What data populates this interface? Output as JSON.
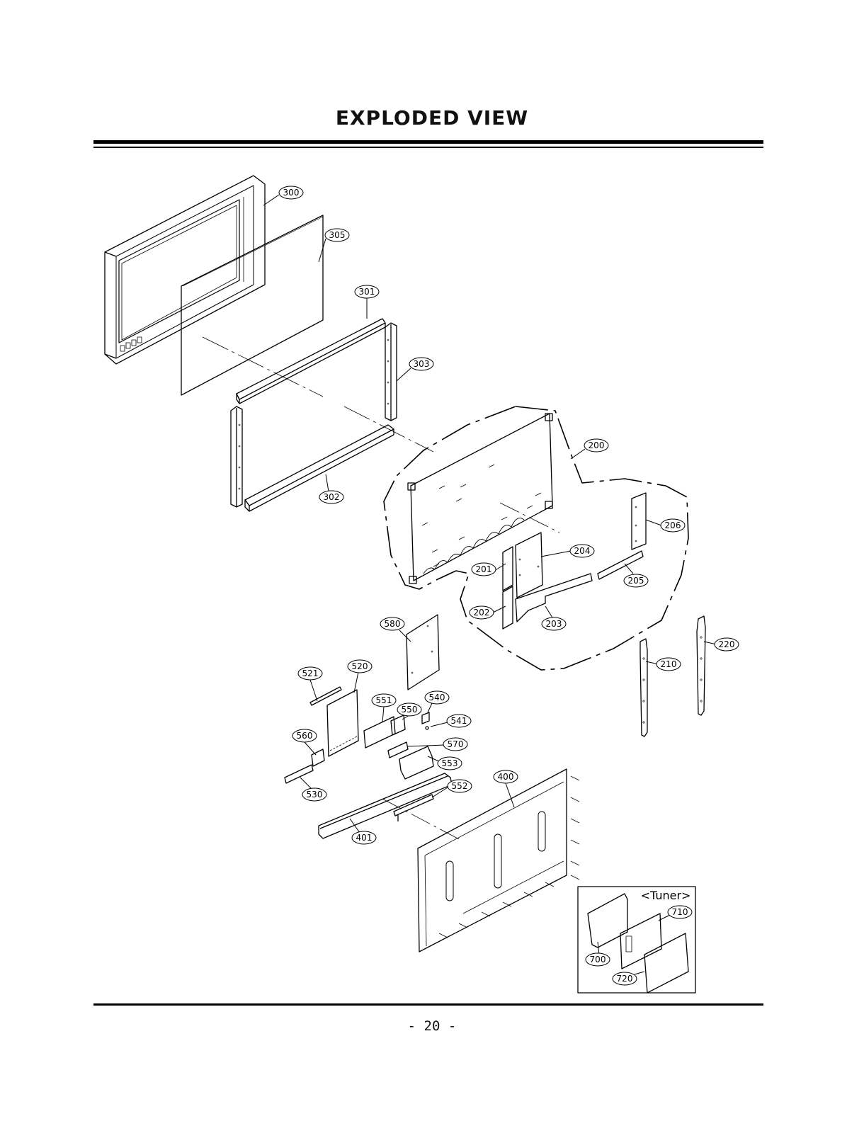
{
  "title": "EXPLODED VIEW",
  "page_number": "- 20 -",
  "tuner_label": "<Tuner>",
  "callouts": {
    "c300": "300",
    "c305": "305",
    "c301": "301",
    "c303": "303",
    "c302": "302",
    "c200": "200",
    "c206": "206",
    "c204": "204",
    "c201": "201",
    "c205": "205",
    "c202": "202",
    "c203": "203",
    "c580": "580",
    "c220": "220",
    "c210": "210",
    "c521": "521",
    "c520": "520",
    "c540": "540",
    "c551": "551",
    "c550": "550",
    "c541": "541",
    "c560": "560",
    "c570": "570",
    "c553": "553",
    "c400": "400",
    "c552": "552",
    "c530": "530",
    "c401": "401",
    "c710": "710",
    "c700": "700",
    "c720": "720"
  }
}
